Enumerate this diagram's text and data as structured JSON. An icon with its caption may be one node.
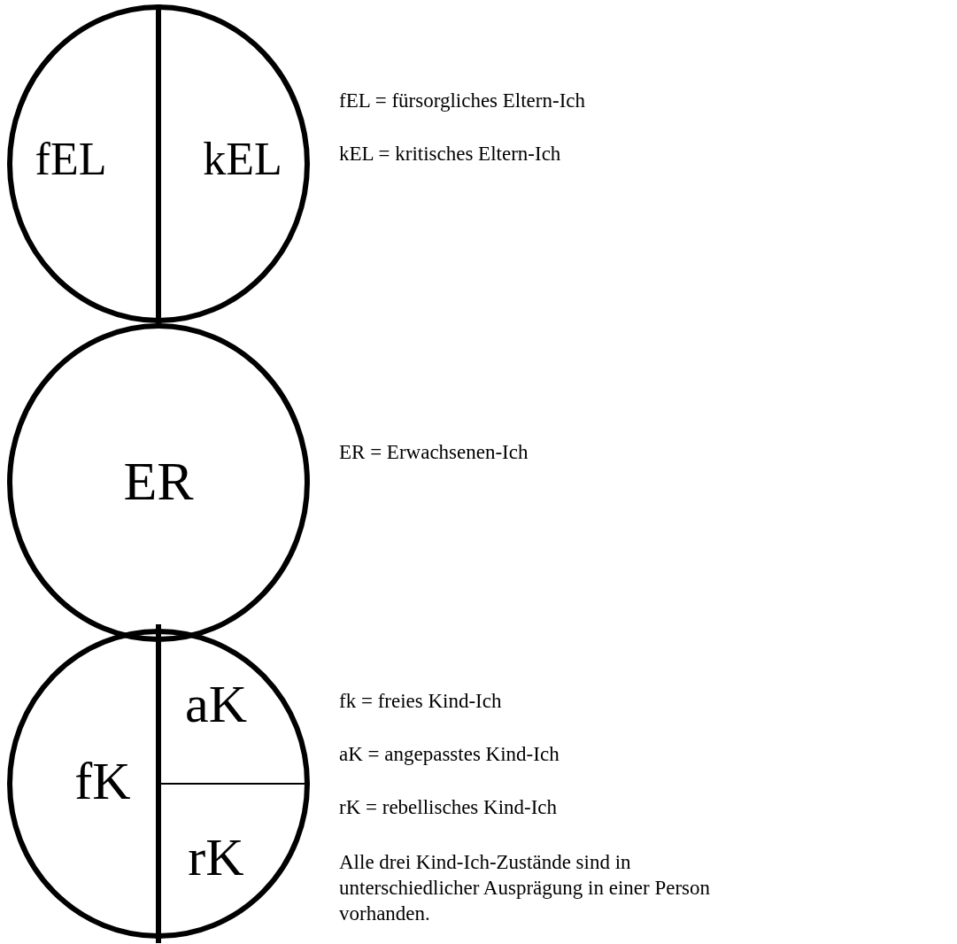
{
  "diagram": {
    "nodes": [
      {
        "text": [
          "fEL",
          "kEL"
        ]
      },
      {
        "text": [
          "ER"
        ]
      },
      {
        "text": [
          "fK",
          "aK",
          "rK"
        ]
      }
    ],
    "labels": [
      "fEL = fürsorgliches Eltern-Ich",
      "kEL = kritisches Eltern-Ich",
      "ER = Erwachsenen-Ich",
      "fk = freies Kind-Ich",
      "aK = angepasstes Kind-Ich",
      "rK = rebellisches Kind-Ich",
      "Alle drei Kind-Ich-Zustände sind in unterschiedlicher Ausprägung in einer Person vorhanden."
    ]
  }
}
